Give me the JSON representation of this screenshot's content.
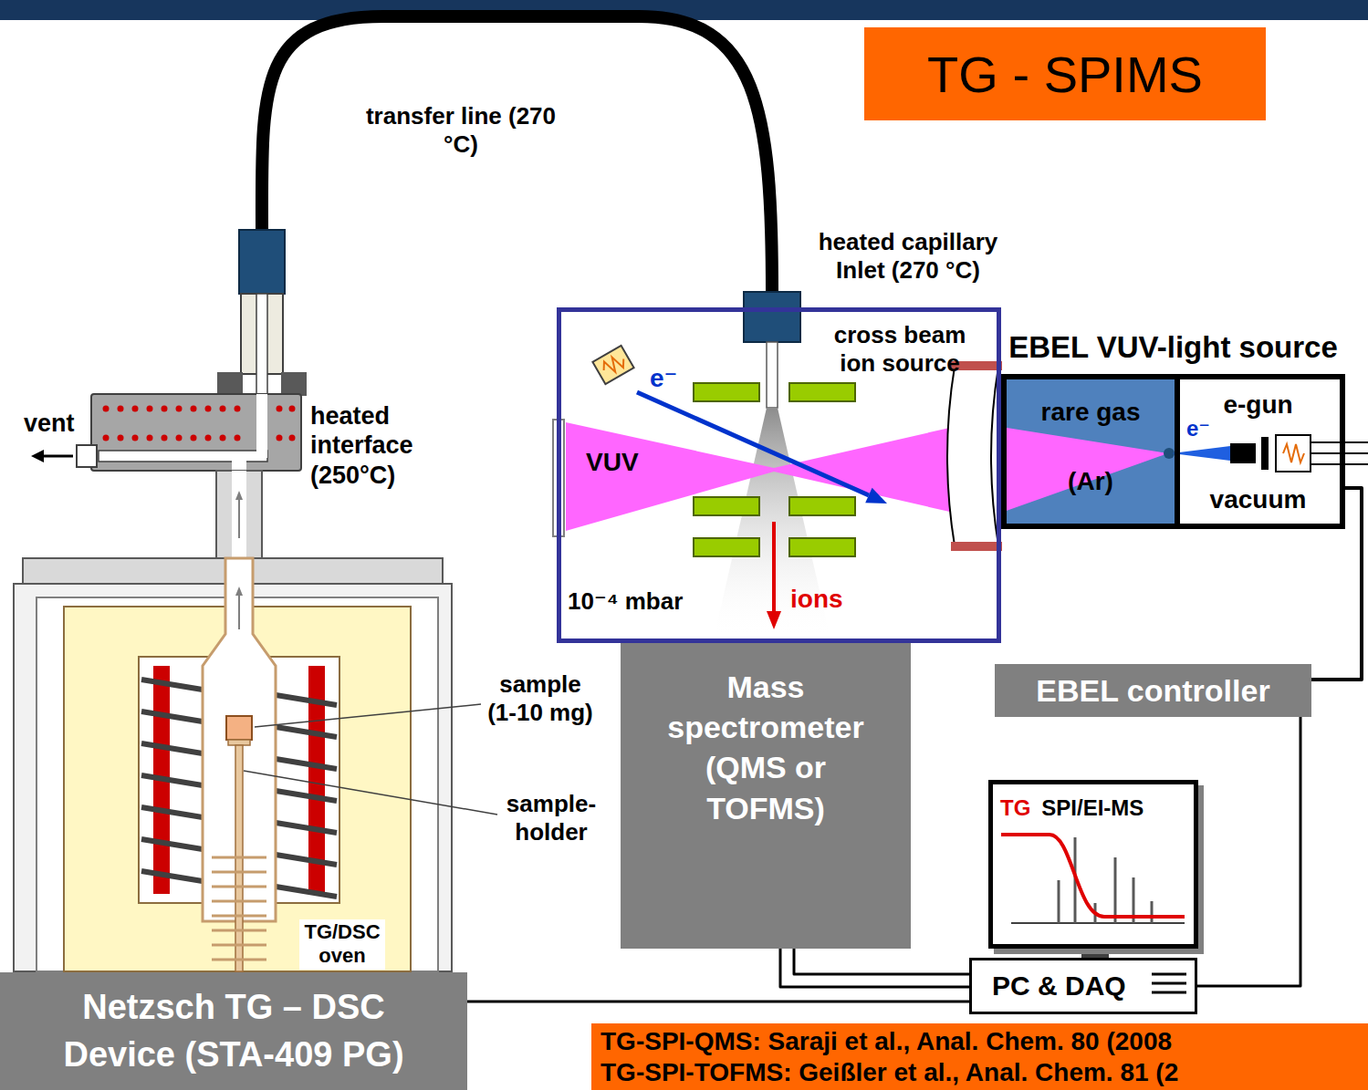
{
  "diagram": {
    "nodes": [
      {
        "text": [
          "TG - SPIMS"
        ]
      },
      {
        "text": [
          "Netzsch TG – DSC Device (STA-409 PG)"
        ]
      },
      {
        "text": [
          "cross beam ion source"
        ]
      },
      {
        "text": [
          "Mass spectrometer (QMS or TOFMS)"
        ]
      },
      {
        "text": [
          "EBEL VUV-light source"
        ]
      },
      {
        "text": [
          "rare gas",
          "(Ar)"
        ],
        "in": 4
      },
      {
        "text": [
          "e-gun",
          "vacuum"
        ],
        "in": 4
      },
      {
        "text": [
          "EBEL controller"
        ]
      },
      {
        "text": [
          "TG",
          "SPI/EI-MS"
        ]
      },
      {
        "text": [
          "PC & DAQ"
        ]
      },
      {
        "text": [
          "TG-SPI-QMS: Saraji et al., Anal. Chem. 80 (2008",
          "TG-SPI-TOFMS: Geißler et al., Anal. Chem. 81 (2"
        ]
      }
    ],
    "edges": [
      {
        "from": 7,
        "to": 4,
        "arrow": "none"
      },
      {
        "from": 7,
        "to": 9,
        "arrow": "none"
      },
      {
        "from": 3,
        "to": 9,
        "arrow": "none"
      },
      {
        "from": 1,
        "to": 9,
        "arrow": "none"
      }
    ],
    "labels": [
      "transfer line (270 °C)",
      "heated capillary Inlet (270 °C)",
      "vent",
      "heated interface (250°C)",
      "e⁻",
      "VUV",
      "10⁻⁴ mbar",
      "ions",
      "e⁻",
      "sample (1-10 mg)",
      "sample-holder",
      "TG/DSC oven"
    ]
  }
}
